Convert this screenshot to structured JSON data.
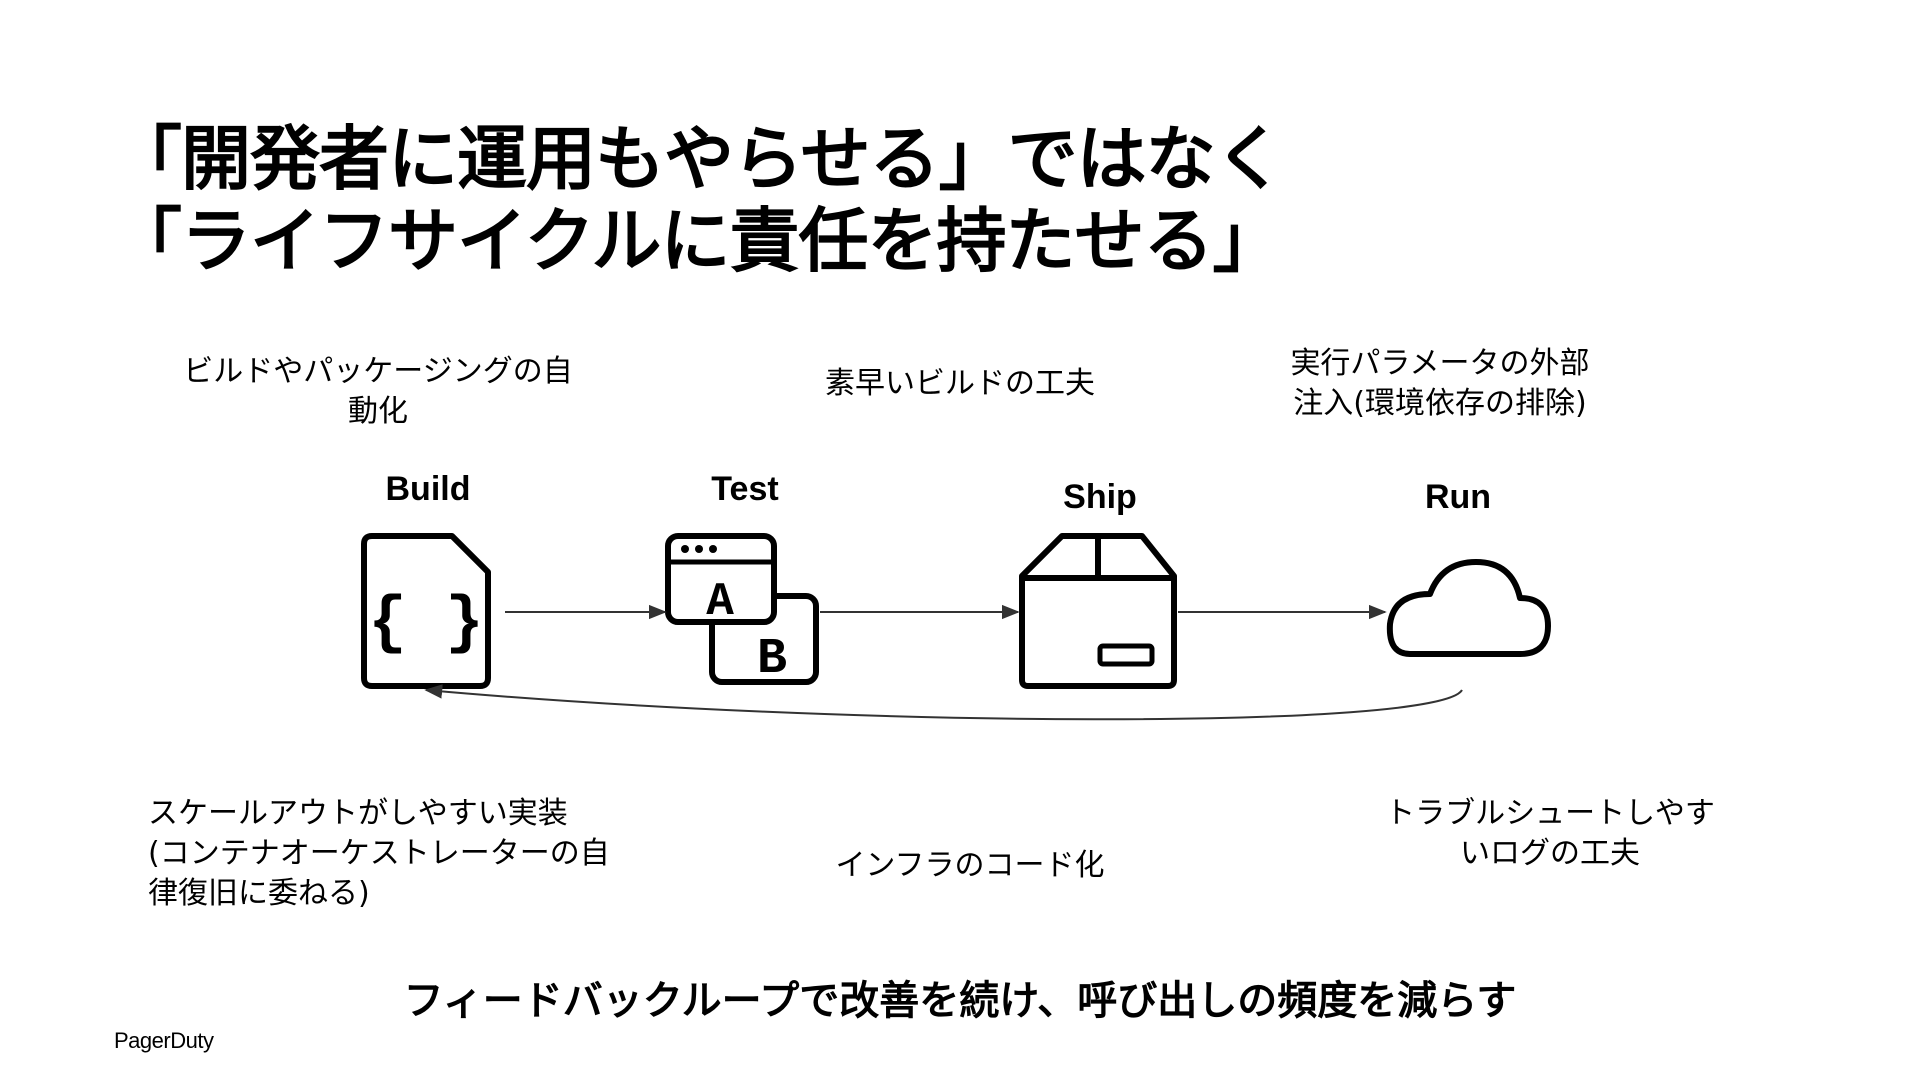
{
  "title": {
    "line1": "「開発者に運用もやらせる」ではなく",
    "line2": "「ライフサイクルに責任を持たせる」"
  },
  "notes": {
    "build": [
      "ビルドやパッケージングの自",
      "動化"
    ],
    "test": [
      "素早いビルドの工夫"
    ],
    "ship": [
      "実行パラメータの外部",
      "注入(環境依存の排除)"
    ],
    "scaleout": [
      "スケールアウトがしやすい実装",
      "(コンテナオーケストレーターの自",
      "律復旧に委ねる)"
    ],
    "infra": [
      "インフラのコード化"
    ],
    "troubleshoot": [
      "トラブルシュートしやす",
      "いログの工夫"
    ]
  },
  "stages": [
    {
      "label": "Build",
      "icon": "code-file-icon"
    },
    {
      "label": "Test",
      "icon": "ab-test-icon"
    },
    {
      "label": "Ship",
      "icon": "box-icon"
    },
    {
      "label": "Run",
      "icon": "cloud-icon"
    }
  ],
  "icon_text": {
    "a": "A",
    "b": "B",
    "code": "{ }"
  },
  "footer": "フィードバックループで改善を続け、呼び出しの頻度を減らす",
  "brand": "PagerDuty"
}
